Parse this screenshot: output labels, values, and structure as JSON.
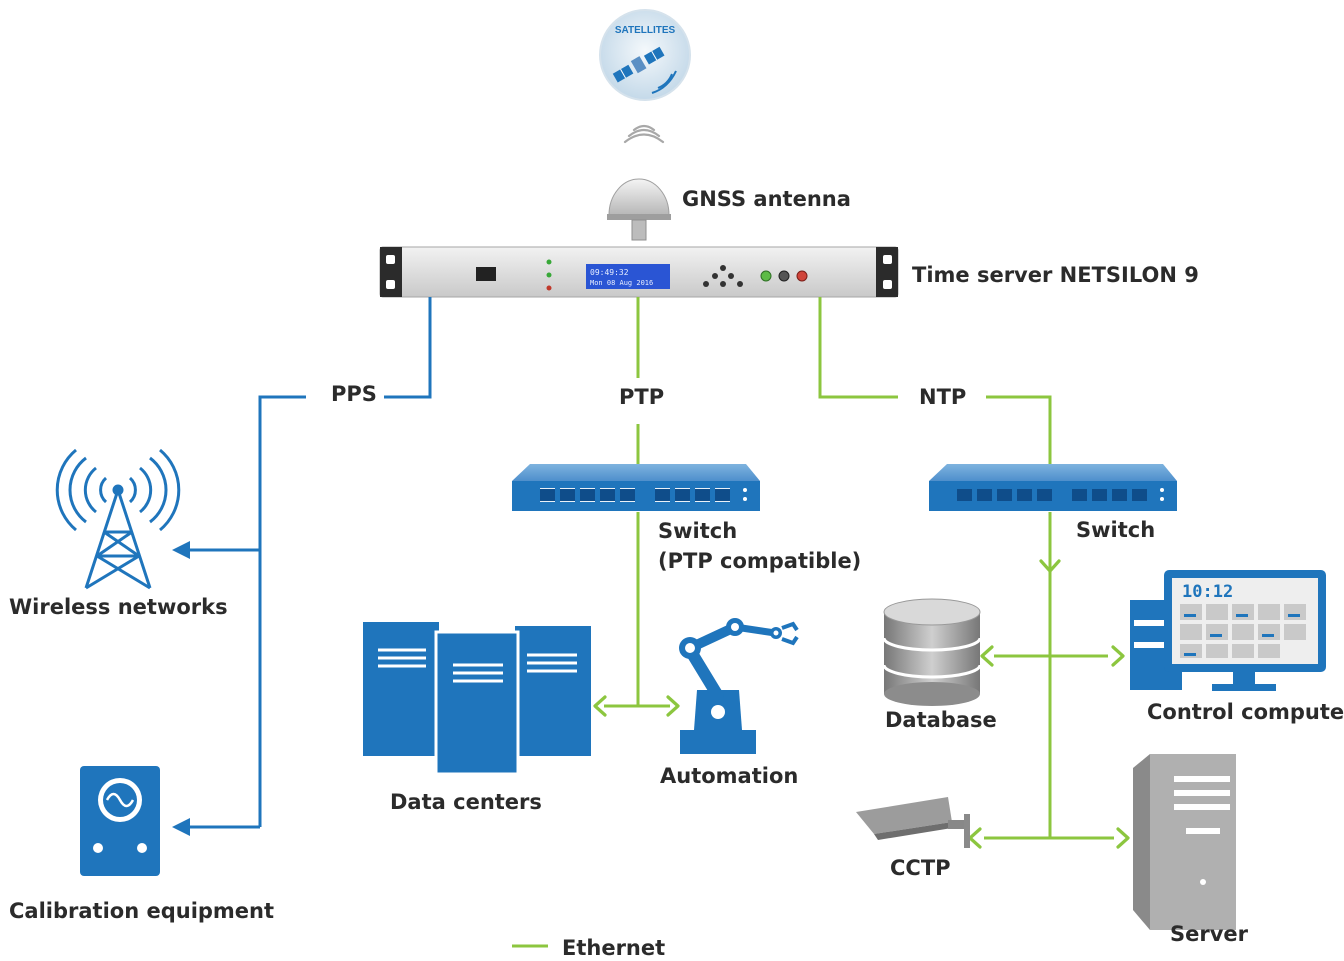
{
  "satellites_badge": "SATELLITES",
  "antenna_label": "GNSS antenna",
  "server_label": "Time server NETSILON 9",
  "server_display": {
    "line1": "09:49:32",
    "line2": "Mon 08 Aug 2016"
  },
  "outputs": {
    "pps": "PPS",
    "ptp": "PTP",
    "ntp": "NTP"
  },
  "ptp_switch": {
    "line1": "Switch",
    "line2": "(PTP compatible)"
  },
  "ntp_switch_label": "Switch",
  "devices": {
    "wireless": "Wireless networks",
    "calibration": "Calibration equipment",
    "datacenters": "Data centers",
    "automation": "Automation",
    "database": "Database",
    "control": "Control computer",
    "cctp": "CCTP",
    "server": "Server"
  },
  "control_screen_time": "10:12",
  "legend_ethernet": "Ethernet",
  "colors": {
    "pps_line": "#1f75bc",
    "ethernet_line": "#8cc63f",
    "device_blue": "#1a6fb8",
    "device_grey": "#9c9c9c"
  }
}
